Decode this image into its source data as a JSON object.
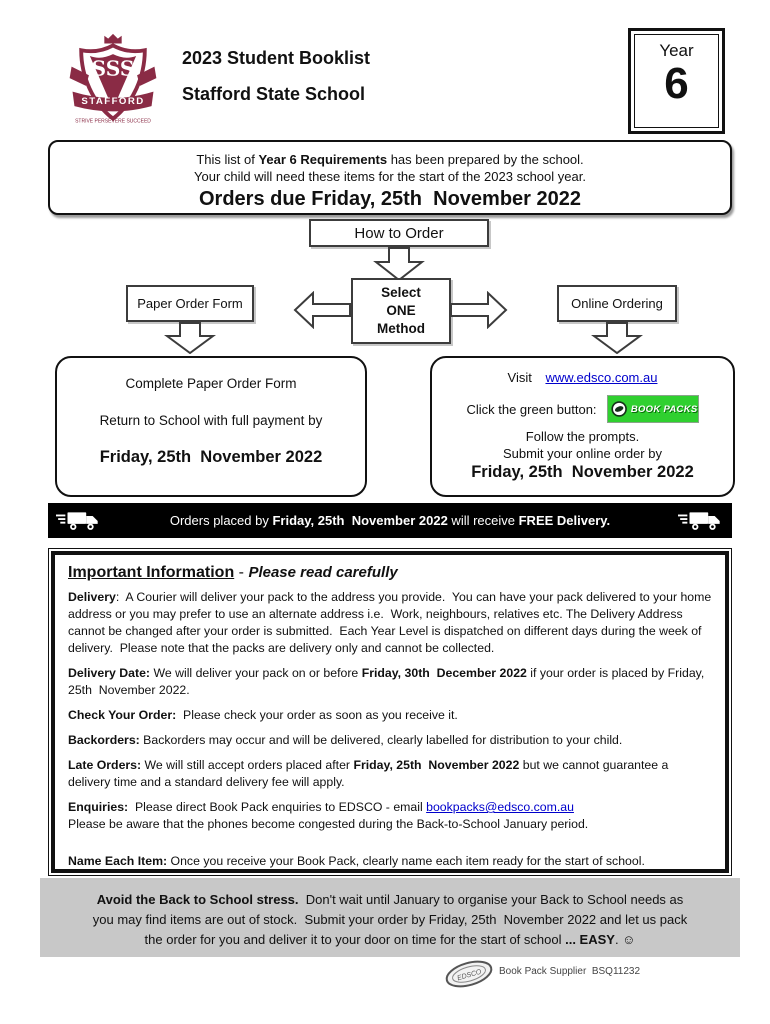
{
  "header": {
    "title_line1": "2023 Student Booklist",
    "title_line2": "Stafford State School",
    "year_label": "Year",
    "year_value": "6",
    "crest": {
      "letters": "SSS",
      "banner": "STAFFORD",
      "motto": "STRIVE PERSEVERE SUCCEED"
    }
  },
  "notice": {
    "line1": [
      {
        "t": "This list of "
      },
      {
        "t": "Year 6 Requirements",
        "b": true
      },
      {
        "t": " has been prepared by the school."
      }
    ],
    "line2": "Your child will need these items for the start of the 2023 school year.",
    "line3": "Orders due Friday, 25th  November 2022"
  },
  "flow": {
    "how_to_order": "How to Order",
    "select_line1": "Select",
    "select_line2": "ONE",
    "select_line3": "Method",
    "paper_label": "Paper Order Form",
    "online_label": "Online Ordering"
  },
  "paper_method": {
    "line1": "Complete Paper Order Form",
    "line2": "Return to School with full payment by",
    "date": "Friday, 25th  November 2022"
  },
  "online_method": {
    "visit_label": "Visit",
    "visit_link": "www.edsco.com.au",
    "click_label": "Click the green button:",
    "button_text": "BOOK PACKS",
    "follow": "Follow the prompts.",
    "submit": "Submit your online order by",
    "date": "Friday, 25th  November 2022"
  },
  "banner": {
    "segments": [
      {
        "t": "Orders placed by "
      },
      {
        "t": "Friday, 25th  November 2022",
        "b": true
      },
      {
        "t": " will receive "
      },
      {
        "t": "FREE Delivery.",
        "b": true
      }
    ]
  },
  "important": {
    "title": "Important Information",
    "subtitle_dash": " - ",
    "subtitle": "Please read carefully",
    "paragraphs": [
      {
        "segments": [
          {
            "t": "Delivery",
            "b": true
          },
          {
            "t": ":  A Courier will deliver your pack to the address you provide.  You can have your pack delivered to your home address or you may prefer to use an alternate address i.e.  Work, neighbours, relatives etc. The Delivery Address cannot be changed after your order is submitted.  Each Year Level is dispatched on different days during the week of delivery.  Please note that the packs are delivery only and cannot be collected."
          }
        ]
      },
      {
        "segments": [
          {
            "t": "Delivery Date:",
            "b": true
          },
          {
            "t": " We will deliver your pack on or before "
          },
          {
            "t": "Friday, 30th  December 2022",
            "b": true
          },
          {
            "t": " if your order is placed by Friday, 25th  November 2022."
          }
        ]
      },
      {
        "segments": [
          {
            "t": "Check Your Order:",
            "b": true
          },
          {
            "t": "  Please check your order as soon as you receive it."
          }
        ]
      },
      {
        "segments": [
          {
            "t": "Backorders:",
            "b": true
          },
          {
            "t": " Backorders may occur and will be delivered, clearly labelled for distribution to your child."
          }
        ]
      },
      {
        "segments": [
          {
            "t": "Late Orders:",
            "b": true
          },
          {
            "t": " We will still accept orders placed after "
          },
          {
            "t": "Friday, 25th  November 2022",
            "b": true
          },
          {
            "t": " but we cannot guarantee a delivery time and a standard delivery fee will apply."
          }
        ]
      },
      {
        "segments": [
          {
            "t": "Enquiries:",
            "b": true
          },
          {
            "t": "  Please direct Book Pack enquiries to EDSCO - email "
          },
          {
            "t": "bookpacks@edsco.com.au",
            "link": true
          },
          {
            "br": true
          },
          {
            "t": "Please be aware that the phones become congested during the Back-to-School January period."
          }
        ]
      },
      {
        "spaced": true,
        "segments": [
          {
            "t": "Name Each Item:",
            "b": true
          },
          {
            "t": " Once you receive your Book Pack, clearly name each item ready for the start of school."
          }
        ]
      }
    ]
  },
  "stress_box": {
    "segments": [
      {
        "t": "Avoid the Back to School stress.",
        "b": true
      },
      {
        "t": "  Don't wait until January to organise your Back to School needs as"
      },
      {
        "br": true
      },
      {
        "t": "you may find items are out of stock.  Submit your order by Friday, 25th  November 2022 and let us pack"
      },
      {
        "br": true
      },
      {
        "t": "the order for you and deliver it to your door on time for the start of school "
      },
      {
        "t": "... EASY",
        "b": true
      },
      {
        "t": ". ☺"
      }
    ]
  },
  "footer": {
    "logo_text": "EDSCO",
    "supplier_text": "Book Pack Supplier  BSQ11232"
  },
  "colors": {
    "crest_maroon": "#8a2b45",
    "link_blue": "#0000cc",
    "button_green": "#2fd02f",
    "banner_background": "#000000",
    "stress_background": "#c8c8c8"
  }
}
